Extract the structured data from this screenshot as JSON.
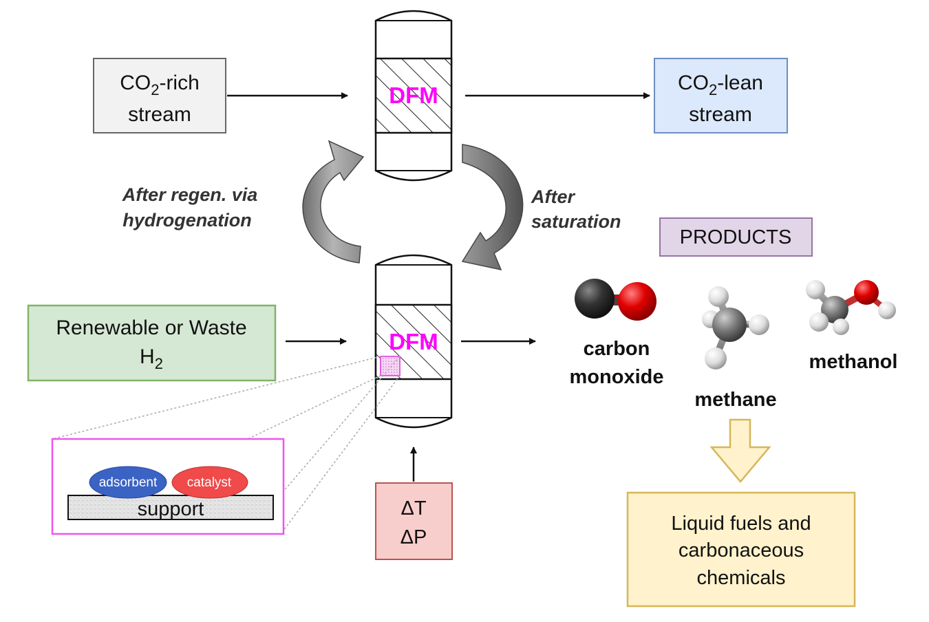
{
  "inputs": {
    "co2_rich": {
      "line1_a": "CO",
      "line1_sub": "2",
      "line1_b": "-rich",
      "line2": "stream"
    },
    "co2_lean": {
      "line1_a": "CO",
      "line1_sub": "2",
      "line1_b": "-lean",
      "line2": "stream"
    },
    "hydrogen": {
      "line1": "Renewable or Waste",
      "line2_a": "H",
      "line2_sub": "2"
    }
  },
  "reactor": {
    "top_label": "DFM",
    "bottom_label": "DFM"
  },
  "cycle": {
    "left_line1": "After regen. via",
    "left_line2": "hydrogenation",
    "right_line1": "After",
    "right_line2": "saturation"
  },
  "conditions": {
    "line1": "ΔT",
    "line2": "ΔP"
  },
  "inset": {
    "adsorbent": "adsorbent",
    "catalyst": "catalyst",
    "support": "support"
  },
  "products": {
    "header": "PRODUCTS",
    "carbon_monoxide": {
      "line1": "carbon",
      "line2": "monoxide"
    },
    "methane": "methane",
    "methanol": "methanol"
  },
  "final": {
    "line1": "Liquid fuels and",
    "line2": "carbonaceous",
    "line3": "chemicals"
  },
  "colors": {
    "dfm": "#ff00ff",
    "co2_rich_fill": "#f2f2f2",
    "co2_lean_fill": "#dce8fb",
    "co2_lean_stroke": "#6c8ebf",
    "hydrogen_fill": "#d5e8d4",
    "hydrogen_stroke": "#82b366",
    "conditions_fill": "#f8cecc",
    "conditions_stroke": "#b85450",
    "products_fill": "#e1d5e7",
    "products_stroke": "#9673a6",
    "final_fill": "#fff2cc",
    "final_stroke": "#d6b656",
    "adsorbent": "#3a63c4",
    "catalyst": "#f04a4a"
  }
}
